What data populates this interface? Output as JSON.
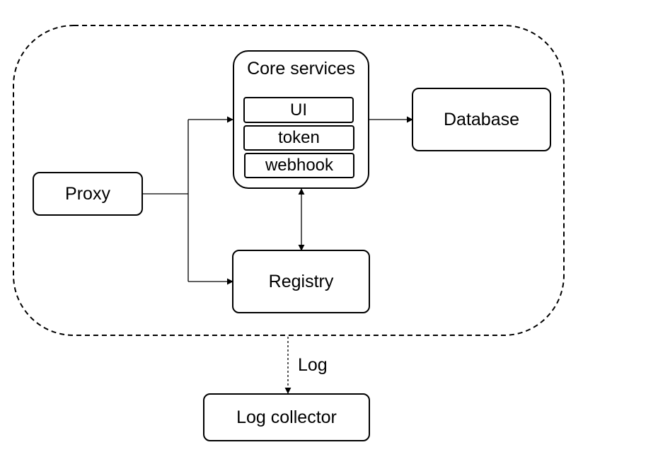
{
  "nodes": {
    "proxy": "Proxy",
    "core_services": "Core services",
    "core_modules": [
      "UI",
      "token",
      "webhook"
    ],
    "database": "Database",
    "registry": "Registry",
    "log_collector": "Log collector"
  },
  "edges": {
    "log_label": "Log"
  },
  "colors": {
    "stroke": "#000000",
    "background": "#ffffff"
  }
}
